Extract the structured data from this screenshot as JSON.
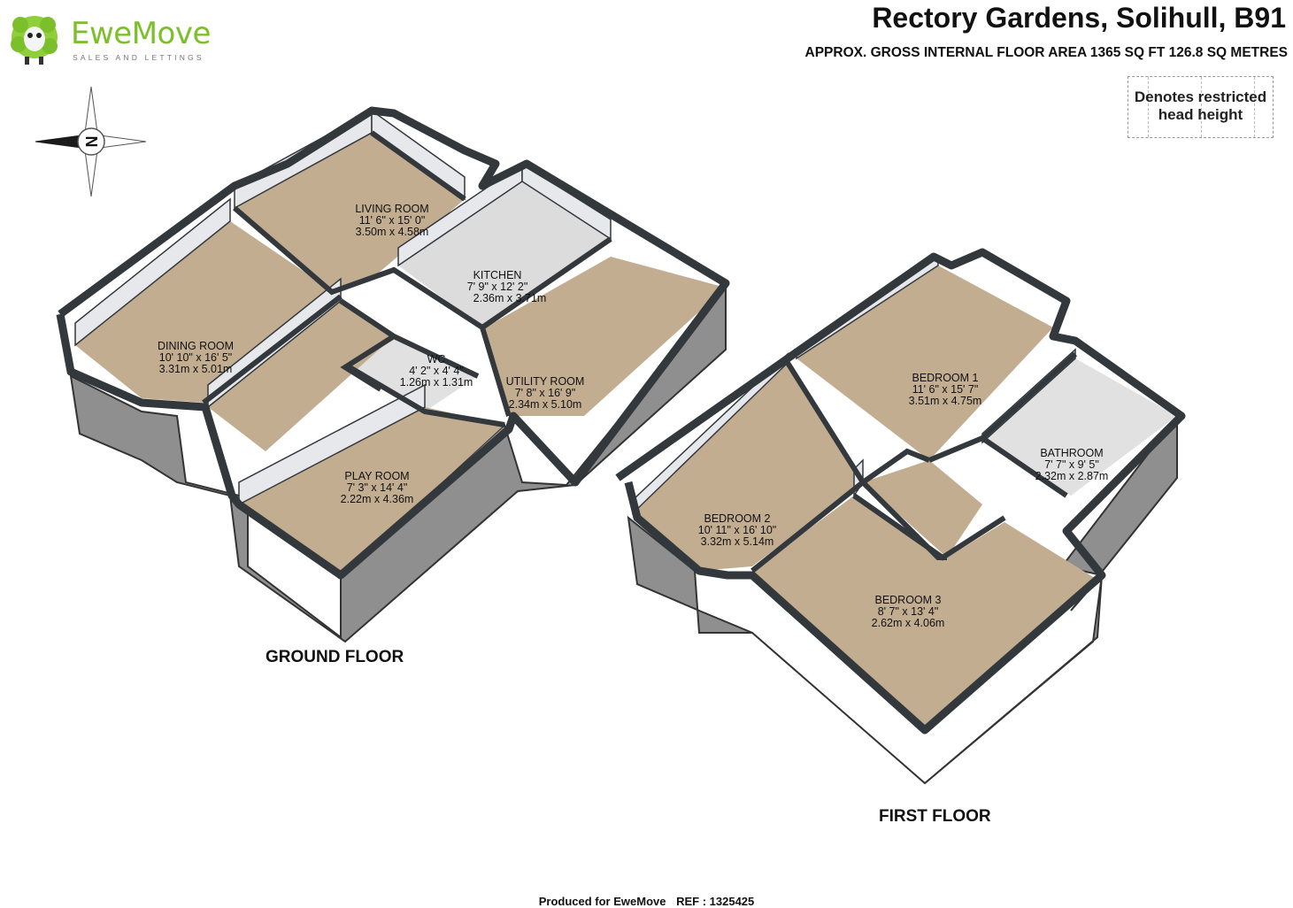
{
  "brand": {
    "name": "EweMove",
    "tagline": "SALES AND LETTINGS",
    "color": "#7bbf2a"
  },
  "header": {
    "title": "Rectory Gardens, Solihull, B91",
    "area": "APPROX. GROSS INTERNAL FLOOR AREA 1365 SQ FT 126.8 SQ METRES"
  },
  "legend": {
    "text": "Denotes restricted head height"
  },
  "compass": {
    "label": "N",
    "icon": "compass-icon"
  },
  "colors": {
    "floor": "#c2ad91",
    "wall": "#33383d",
    "brick": "#8f8f8f",
    "interior_wall": "#e6e8ec"
  },
  "ground_floor": {
    "label": "GROUND FLOOR",
    "rooms": [
      {
        "name": "LIVING ROOM",
        "imperial": "11' 6\" x 15' 0\"",
        "metric": "3.50m x 4.58m"
      },
      {
        "name": "KITCHEN",
        "imperial": "7' 9\" x 12' 2\"",
        "metric": "2.36m x 3.71m"
      },
      {
        "name": "DINING ROOM",
        "imperial": "10' 10\" x 16' 5\"",
        "metric": "3.31m x 5.01m"
      },
      {
        "name": "WC",
        "imperial": "4' 2\" x 4' 4\"",
        "metric": "1.26m x 1.31m"
      },
      {
        "name": "UTILITY ROOM",
        "imperial": "7' 8\" x 16' 9\"",
        "metric": "2.34m x 5.10m"
      },
      {
        "name": "PLAY ROOM",
        "imperial": "7' 3\" x 14' 4\"",
        "metric": "2.22m x 4.36m"
      }
    ]
  },
  "first_floor": {
    "label": "FIRST FLOOR",
    "rooms": [
      {
        "name": "BEDROOM 1",
        "imperial": "11' 6\" x 15' 7\"",
        "metric": "3.51m x 4.75m"
      },
      {
        "name": "BATHROOM",
        "imperial": "7' 7\" x 9' 5\"",
        "metric": "2.32m x 2.87m"
      },
      {
        "name": "BEDROOM 2",
        "imperial": "10' 11\" x 16' 10\"",
        "metric": "3.32m x 5.14m"
      },
      {
        "name": "BEDROOM 3",
        "imperial": "8' 7\" x 13' 4\"",
        "metric": "2.62m x 4.06m"
      }
    ]
  },
  "footer": {
    "produced": "Produced for EweMove",
    "ref": "REF : 1325425"
  }
}
